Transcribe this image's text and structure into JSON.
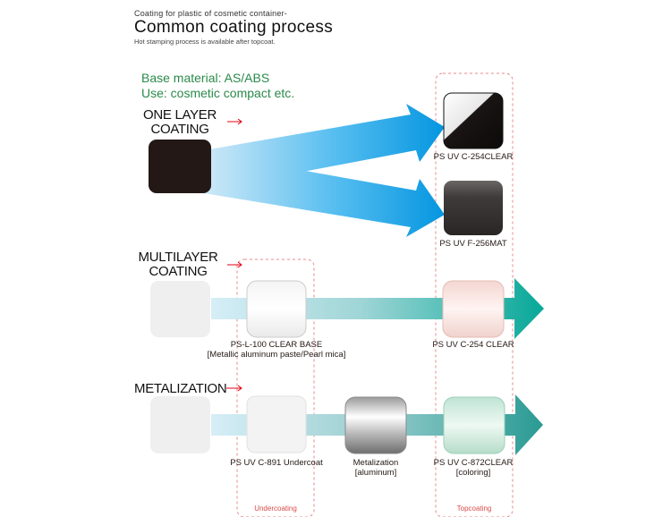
{
  "header": {
    "subtitle": "Coating for plastic of cosmetic container-",
    "title": "Common coating process",
    "note": "Hot stamping process is available after topcoat."
  },
  "info": {
    "base_material": "Base material: AS/ABS",
    "use": "Use: cosmetic compact etc."
  },
  "processes": {
    "one_layer": {
      "line1": "ONE LAYER",
      "line2": "COATING"
    },
    "multilayer": {
      "line1": "MULTILAYER",
      "line2": "COATING"
    },
    "metalization": {
      "line1": "METALIZATION"
    }
  },
  "labels": {
    "clear_254": "PS UV C-254CLEAR",
    "mat_256": "PS UV F-256MAT",
    "clear_base_1": "PS-L-100 CLEAR BASE",
    "clear_base_2": "[Metallic aluminum paste/Pearl mica]",
    "clear_254_multi": "PS UV C-254 CLEAR",
    "undercoat_891": "PS UV C-891 Undercoat",
    "metalization_1": "Metalization",
    "metalization_2": "[aluminum]",
    "clear_872_1": "PS UV C-872CLEAR",
    "clear_872_2": "[coloring]"
  },
  "zones": {
    "undercoating": "Undercoating",
    "topcoating": "Topcoating"
  },
  "colors": {
    "arrow_blue": "#1aa0e6",
    "arrow_teal": "#1aa89a",
    "indicator_red": "#e60012",
    "zone_border": "#e88a8a",
    "text_green": "#2a8a4a"
  }
}
